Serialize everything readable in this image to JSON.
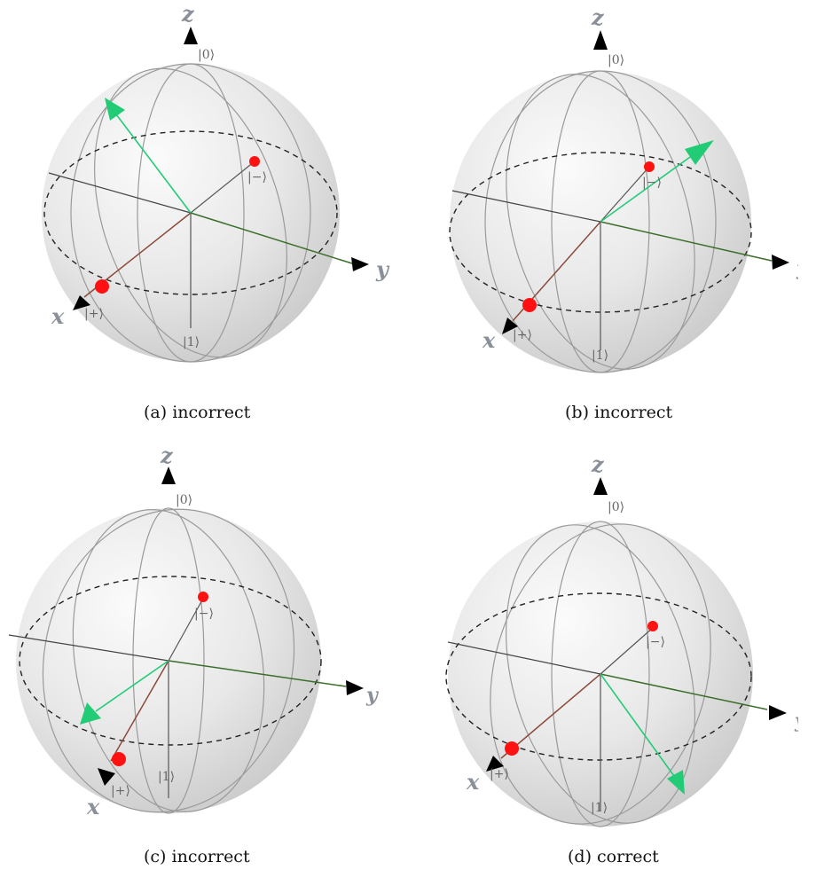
{
  "panels": [
    {
      "id": "a",
      "caption": "(a) incorrect"
    },
    {
      "id": "b",
      "caption": "(b) incorrect"
    },
    {
      "id": "c",
      "caption": "(c) incorrect"
    },
    {
      "id": "d",
      "caption": "(d) correct"
    }
  ],
  "axis_labels": {
    "x": "x",
    "y": "y",
    "z": "z"
  },
  "ket_labels": {
    "zero": "|0⟩",
    "one": "|1⟩",
    "plus": "|+⟩",
    "minus": "|−⟩"
  },
  "colors": {
    "sphere": "#e2e2e2",
    "state_vector": "#22cc77",
    "points": "#ff1111",
    "z_axis": "#3366cc",
    "y_axis": "#2e7d32",
    "x_axis": "#8b4a3a"
  }
}
